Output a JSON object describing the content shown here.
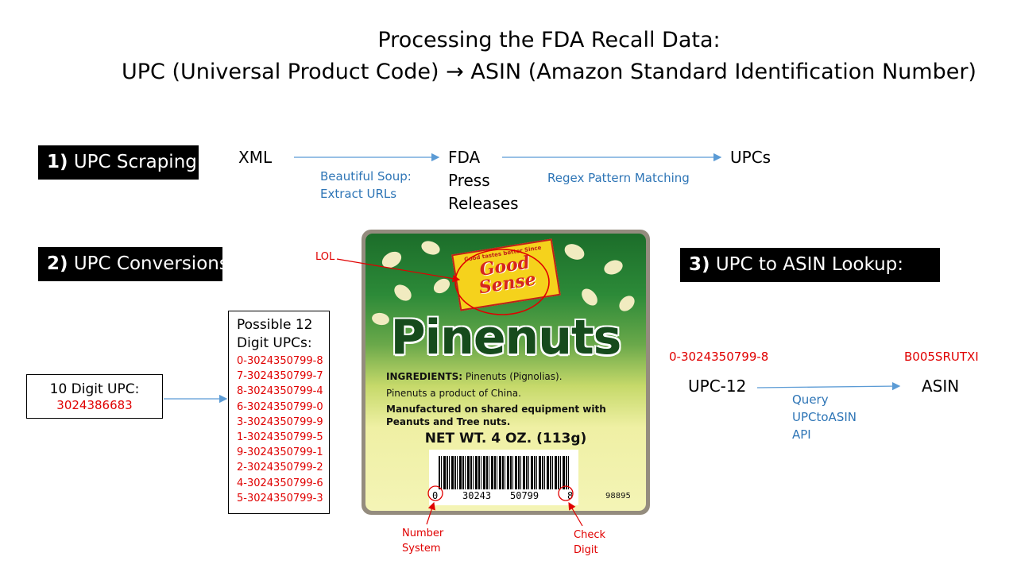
{
  "title": {
    "line1": "Processing the FDA Recall Data:",
    "line2_left": "UPC (Universal Product Code)",
    "arrow": "→",
    "line2_right": "ASIN (Amazon Standard Identification Number)"
  },
  "step1": {
    "num": "1)",
    "label": "UPC Scraping",
    "xml": "XML",
    "fda": [
      "FDA",
      "Press",
      "Releases"
    ],
    "upcs": "UPCs",
    "bs_note": [
      "Beautiful Soup:",
      "Extract URLs"
    ],
    "regex_note": "Regex Pattern Matching"
  },
  "step2": {
    "num": "2)",
    "label": "UPC Conversions",
    "ten_digit_label": "10 Digit UPC:",
    "ten_digit_value": "3024386683",
    "possible_label": [
      "Possible 12",
      "Digit UPCs:"
    ],
    "possible_upcs": [
      "0-3024350799-8",
      "7-3024350799-7",
      "8-3024350799-4",
      "6-3024350799-0",
      "3-3024350799-9",
      "1-3024350799-5",
      "9-3024350799-1",
      "2-3024350799-2",
      "4-3024350799-6",
      "5-3024350799-3"
    ]
  },
  "label_image": {
    "lol": "LOL",
    "brand_tag": "Good tastes better Since",
    "brand": [
      "Good",
      "Sense"
    ],
    "product": "Pinenuts",
    "ingredients_bold": "INGREDIENTS:",
    "ingredients_text": "Pinenuts (Pignolias).",
    "origin": "Pinenuts a product of China.",
    "allergen": [
      "Manufactured on shared equipment with",
      "Peanuts and Tree nuts."
    ],
    "net_wt": "NET WT. 4 OZ. (113g)",
    "barcode_digits": [
      "0",
      "30243",
      "50799",
      "8"
    ],
    "item_code": "98895",
    "number_system": [
      "Number",
      "System"
    ],
    "check_digit": [
      "Check",
      "Digit"
    ]
  },
  "step3": {
    "num": "3)",
    "label": "UPC to ASIN Lookup:",
    "upc12_value": "0-3024350799-8",
    "asin_value": "B005SRUTXI",
    "upc12": "UPC-12",
    "asin": "ASIN",
    "query_note": [
      "Query",
      "UPCtoASIN",
      "API"
    ]
  },
  "colors": {
    "accent_blue": "#2e75b6",
    "highlight_red": "#e00000",
    "label_green": "#1d6b2a",
    "label_yellow": "#f2f3a0"
  }
}
